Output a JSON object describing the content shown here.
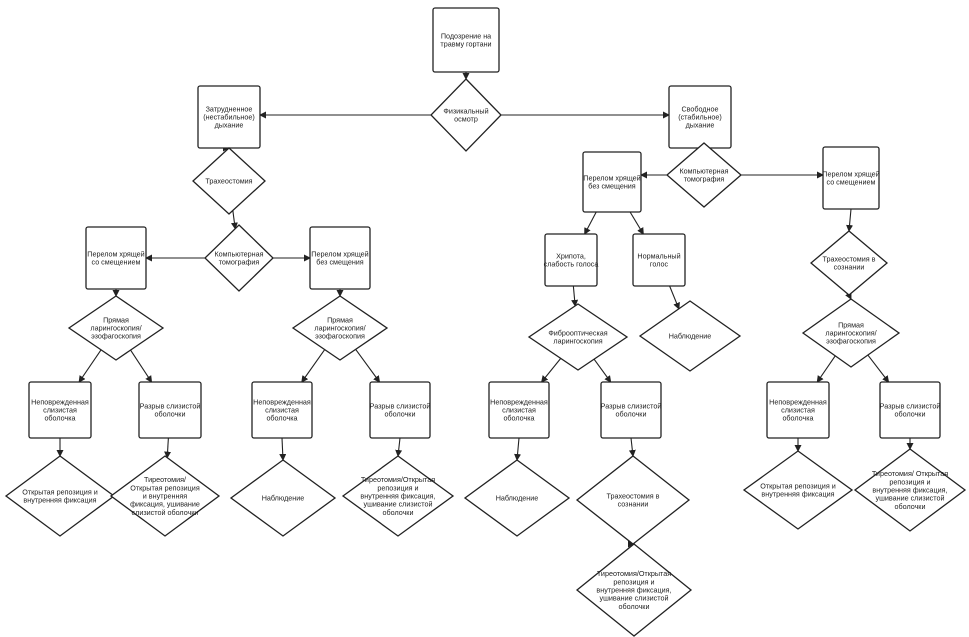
{
  "nodes": {
    "root": "Подозрение на травму гортани",
    "phys_exam": "Физикальный осмотр",
    "unstable_airway": "Затрудненное (нестабильное) дыхание",
    "stable_airway": "Свободное (стабильное) дыхание",
    "tracheostomy_left": "Трахеостомия",
    "ct_left": "Компьютерная томография",
    "ct_right": "Компьютерная томография",
    "fx_disp_left": "Перелом хрящей со смещением",
    "fx_nodisp_left": "Перелом хрящей без смещения",
    "fx_nodisp_right": "Перелом хрящей без смещения",
    "fx_disp_right": "Перелом хрящей со смещением",
    "dl_1": "Прямая ларингоскопия/ эзофагоскопия",
    "dl_2": "Прямая ларингоскопия/ эзофагоскопия",
    "dl_3": "Прямая ларингоскопия/ эзофагоскопия",
    "hoarse": "Хрипота, слабость голоса",
    "normal_voice": "Нормальный голос",
    "fibro": "Фиброоптическая ларингоскопия",
    "observe_nv": "Наблюдение",
    "trach_delay_right": "Трахеостомия в сознании",
    "m_intact_1": "Неповрежденная слизистая оболочка",
    "m_tear_1": "Разрыв слизистой оболочки",
    "m_intact_2": "Неповрежденная слизистая оболочка",
    "m_tear_2": "Разрыв слизистой оболочки",
    "m_intact_3": "Неповрежденная слизистая оболочка",
    "m_tear_3": "Разрыв слизистой оболочки",
    "m_intact_4": "Неповрежденная слизистая оболочка",
    "m_tear_4": "Разрыв слизистой оболочки",
    "out_1": "Открытая репозиция и внутренняя фиксация",
    "out_2": "Тиреотомия/ Открытая репозиция и внутренняя фиксация, ушивание слизистой оболочки",
    "out_3": "Наблюдение",
    "out_4": "Тиреотомия/Открытая репозиция и внутренняя фиксация, ушивание слизистой оболочки",
    "out_5": "Наблюдение",
    "trach_aware_mid": "Трахеостомия в сознании",
    "out_6": "Тиреотомия/Открытая репозиция и внутренняя фиксация, ушивание слизистой оболочки",
    "out_7": "Открытая репозиция и внутренняя фиксация",
    "out_8": "Тиреотомия/ Открытая репозиция и внутренняя фиксация, ушивание слизистой оболочки"
  }
}
